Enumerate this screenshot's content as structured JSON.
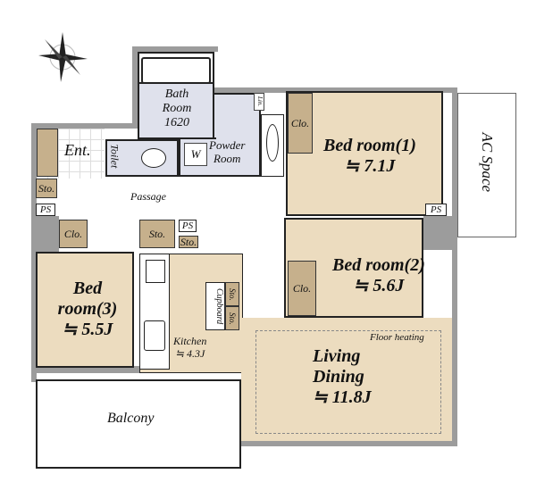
{
  "rooms": {
    "bath": {
      "name": "Bath",
      "name2": "Room",
      "size": "1620"
    },
    "toilet": "Toilet",
    "washer": "W",
    "powder": {
      "name": "Powder",
      "name2": "Room"
    },
    "laundry": "Lin.",
    "entrance": "Ent.",
    "passage": "Passage",
    "bed1": {
      "name": "Bed room(1)",
      "size": "≒ 7.1J"
    },
    "bed2": {
      "name": "Bed room(2)",
      "size": "≒ 5.6J"
    },
    "bed3": {
      "name": "Bed",
      "name2": "room(3)",
      "size": "≒ 5.5J"
    },
    "kitchen": {
      "name": "Kitchen",
      "size": "≒ 4.3J"
    },
    "living": {
      "name": "Living",
      "name2": "Dining",
      "size": "≒ 11.8J",
      "note": "Floor heating"
    },
    "cupboard": "Cupboard",
    "balcony": "Balcony",
    "ac": "AC Space"
  },
  "storage": {
    "clo": "Clo.",
    "sto": "Sto.",
    "ps": "PS"
  }
}
